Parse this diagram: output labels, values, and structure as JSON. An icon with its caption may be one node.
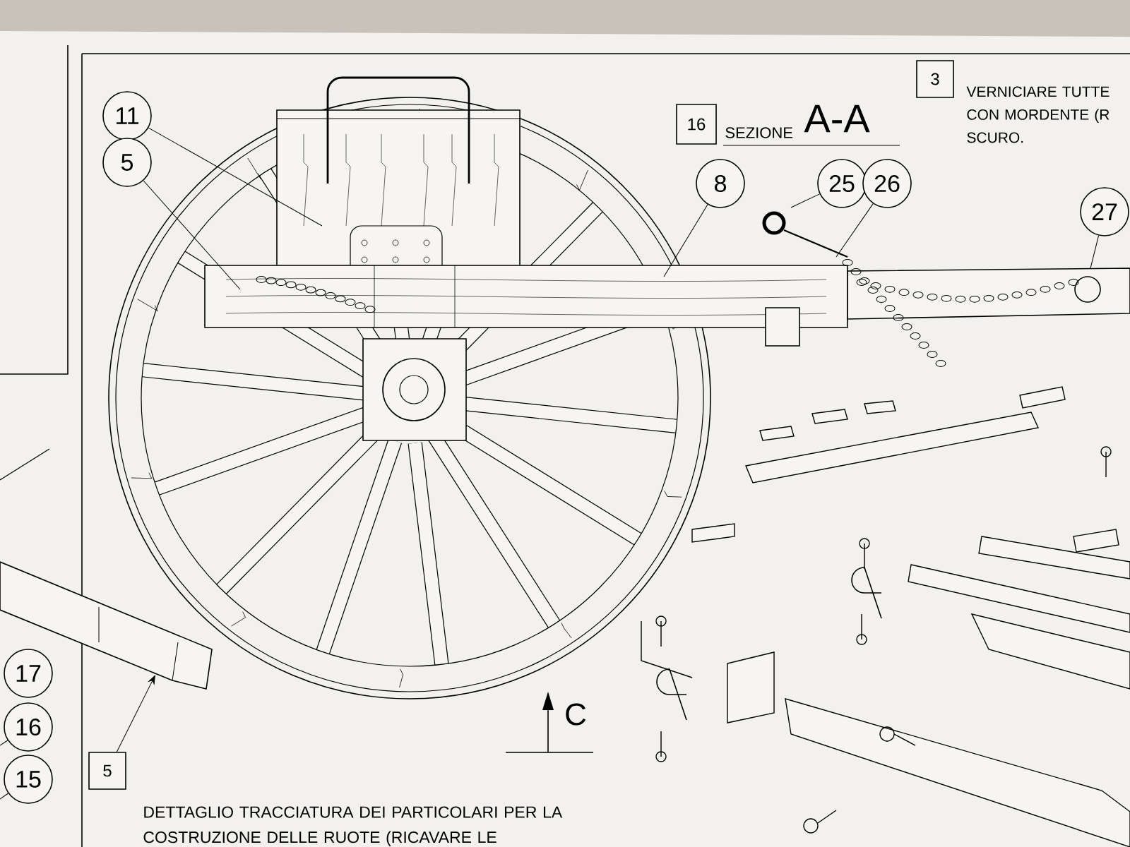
{
  "diagram": {
    "nodes": [
      {
        "text": [
          "11"
        ]
      },
      {
        "text": [
          "5"
        ]
      },
      {
        "text": [
          "16"
        ],
        "beside": [
          "SEZIONE",
          "A-A"
        ]
      },
      {
        "text": [
          "3"
        ],
        "beside": [
          "VERNICIARE TUTTE CON MORDENTE (R SCURO."
        ]
      },
      {
        "text": [
          "8"
        ]
      },
      {
        "text": [
          "25"
        ]
      },
      {
        "text": [
          "26"
        ]
      },
      {
        "text": [
          "27"
        ]
      },
      {
        "text": [
          "17"
        ]
      },
      {
        "text": [
          "16"
        ]
      },
      {
        "text": [
          "15"
        ]
      },
      {
        "text": [
          "5"
        ],
        "beside": [
          "DETTAGLIO TRACCIATURA DEI PARTICOLARI PER LA COSTRUZIONE DELLE RUOTE (RICAVARE LE"
        ]
      }
    ],
    "edges": [
      {
        "from": 0,
        "to": null,
        "arrow": "none"
      },
      {
        "from": 1,
        "to": null,
        "arrow": "none"
      },
      {
        "from": 4,
        "to": null,
        "arrow": "none"
      },
      {
        "from": 5,
        "to": null,
        "arrow": "none"
      },
      {
        "from": 6,
        "to": null,
        "arrow": "none"
      },
      {
        "from": 7,
        "to": null,
        "arrow": "none"
      },
      {
        "from": 9,
        "to": null,
        "arrow": "none"
      },
      {
        "from": 10,
        "to": null,
        "arrow": "none"
      },
      {
        "from": 11,
        "to": null,
        "arrow": "to"
      }
    ],
    "labels": [
      "C"
    ]
  }
}
